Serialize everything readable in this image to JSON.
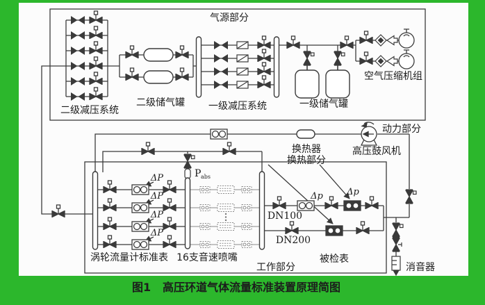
{
  "colors": {
    "background": "#2cb72c",
    "paper": "#fcfcfc",
    "ink": "#3a3a3a"
  },
  "caption": {
    "fig_no": "图1",
    "title": "高压环道气体流量标准装置原理简图"
  },
  "gas_source": {
    "section_title": "气源部分",
    "secondary_reduction": "二级减压系统",
    "secondary_tanks": "二级储气罐",
    "primary_reduction": "一级减压系统",
    "primary_tanks": "一级储气罐",
    "compressors": "空气压缩机组"
  },
  "power": {
    "section_title": "动力部分",
    "blower": "高压鼓风机"
  },
  "heat": {
    "exchanger": "换热器",
    "section_title": "换热部分"
  },
  "working": {
    "section_title": "工作部分",
    "turbine_meters": "涡轮流量计标准表",
    "sonic_nozzles": "16支音速喷嘴",
    "meters_under_test": "被检表",
    "muffler": "消音器",
    "dn100": "DN100",
    "dn200": "DN200",
    "p_abs_base": "P",
    "p_abs_sub": "abs",
    "delta_P": "ΔP",
    "delta_p": "Δp"
  }
}
